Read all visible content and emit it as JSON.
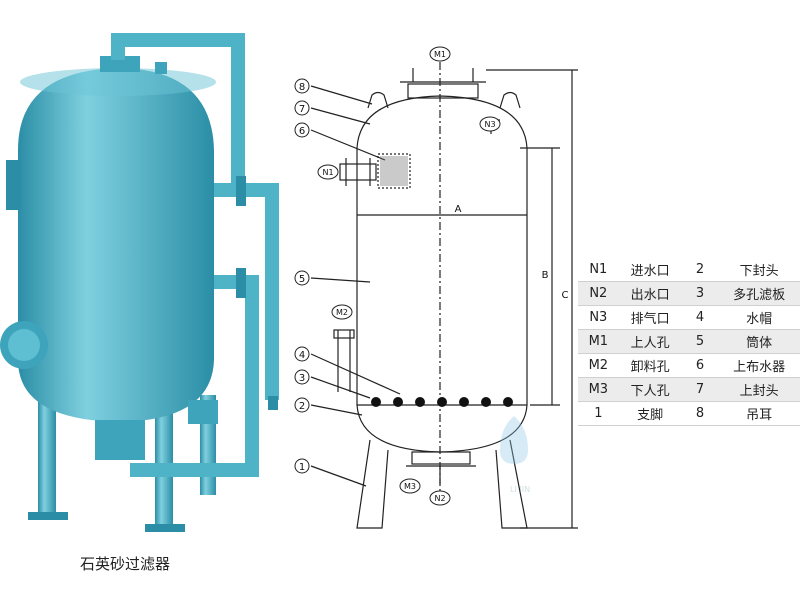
{
  "caption": "石英砂过滤器",
  "drawing_labels": {
    "callouts": [
      "8",
      "7",
      "6",
      "5",
      "4",
      "3",
      "2",
      "1"
    ],
    "ports": [
      "M1",
      "N3",
      "N1",
      "M2",
      "M3",
      "N2"
    ],
    "dims": [
      "A",
      "B",
      "C"
    ]
  },
  "legend": [
    {
      "code": "N1",
      "name": "进水口",
      "num": "2",
      "name2": "下封头"
    },
    {
      "code": "N2",
      "name": "出水口",
      "num": "3",
      "name2": "多孔滤板"
    },
    {
      "code": "N3",
      "name": "排气口",
      "num": "4",
      "name2": "水帽"
    },
    {
      "code": "M1",
      "name": "上人孔",
      "num": "5",
      "name2": "筒体"
    },
    {
      "code": "M2",
      "name": "卸料孔",
      "num": "6",
      "name2": "上布水器"
    },
    {
      "code": "M3",
      "name": "下人孔",
      "num": "7",
      "name2": "上封头"
    },
    {
      "code": "1",
      "name": "支脚",
      "num": "8",
      "name2": "吊耳"
    }
  ],
  "watermark": "LI JIN",
  "colors": {
    "tank": "#4fb3c8",
    "tank_dark": "#2b8ea6",
    "line": "#222222"
  }
}
